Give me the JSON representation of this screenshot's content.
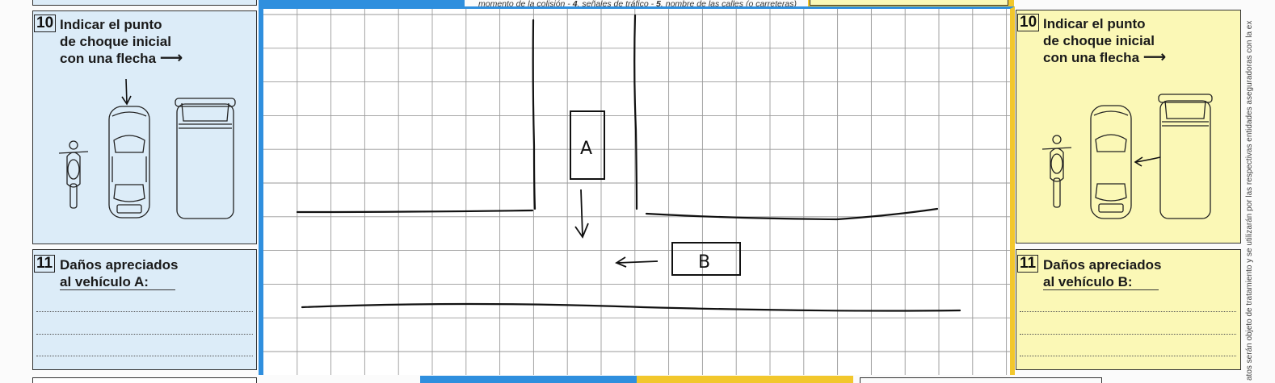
{
  "header": {
    "caption_prefix": "momento de la colisión - ",
    "caption_num4": "4",
    "caption_mid": ". señales de tráfico - ",
    "caption_num5": "5",
    "caption_suffix": ". nombre de las calles (o carreteras)"
  },
  "vehicle_a": {
    "section10": {
      "number": "10",
      "line1": "Indicar el punto",
      "line2": "de choque inicial",
      "line3": "con una flecha",
      "arrow": "⟶"
    },
    "section11": {
      "number": "11",
      "line1": "Daños apreciados",
      "line2": "al vehículo A:"
    }
  },
  "vehicle_b": {
    "section10": {
      "number": "10",
      "line1": "Indicar el punto",
      "line2": "de choque inicial",
      "line3": "con una flecha",
      "arrow": "⟶"
    },
    "section11": {
      "number": "11",
      "line1": "Daños apreciados",
      "line2": "al vehículo B:"
    }
  },
  "sketch": {
    "vehicle_a_label": "A",
    "vehicle_b_label": "B"
  },
  "side_note": "atos serán objeto de tratamiento y se utilizarán por las respectivas entidades aseguradoras con la ex",
  "colors": {
    "panel_a_bg": "#dcecf8",
    "panel_b_bg": "#fbf8b6",
    "blue_border": "#2f8fde",
    "yellow_border": "#f2c72c",
    "grid_line": "#9a9a9a"
  },
  "icons": [
    "motorcycle-icon",
    "car-icon",
    "van-icon",
    "arrow-right-icon"
  ]
}
